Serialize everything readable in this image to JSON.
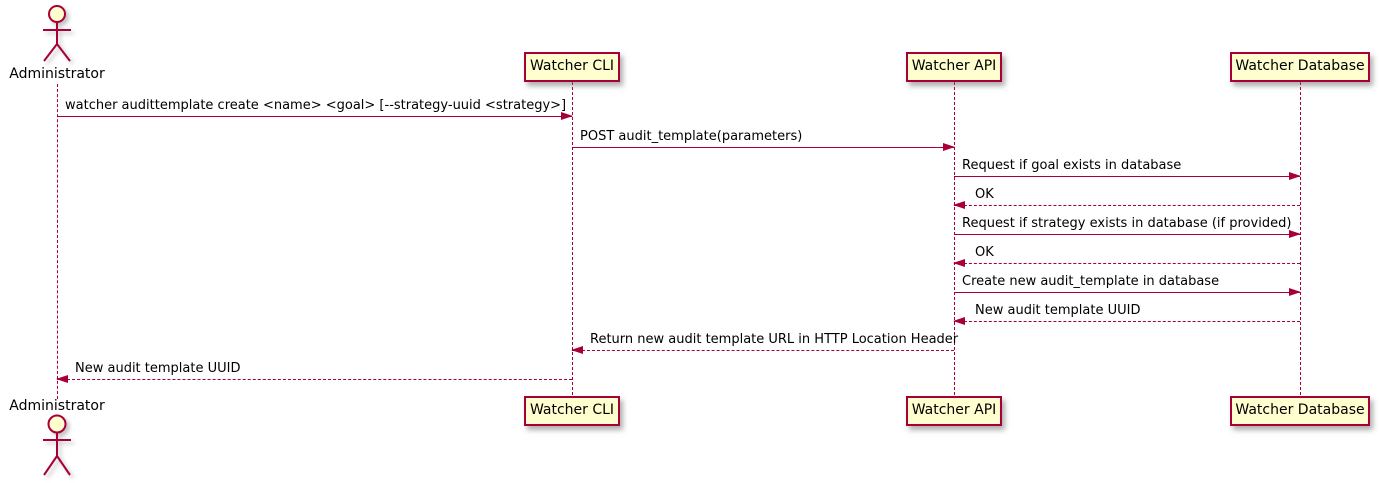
{
  "diagram": {
    "type": "sequence",
    "colors": {
      "stroke": "#A80036",
      "participant_fill": "#FEFECE",
      "text": "#000000",
      "background": "#FFFFFF"
    },
    "participants": [
      {
        "name": "Administrator",
        "kind": "actor"
      },
      {
        "name": "Watcher CLI",
        "kind": "participant"
      },
      {
        "name": "Watcher API",
        "kind": "participant"
      },
      {
        "name": "Watcher Database",
        "kind": "participant"
      }
    ],
    "messages": [
      {
        "from": "Administrator",
        "to": "Watcher CLI",
        "style": "solid",
        "text": "watcher audittemplate create <name> <goal> [--strategy-uuid <strategy>]"
      },
      {
        "from": "Watcher CLI",
        "to": "Watcher API",
        "style": "solid",
        "text": "POST audit_template(parameters)"
      },
      {
        "from": "Watcher API",
        "to": "Watcher Database",
        "style": "solid",
        "text": "Request if goal exists in database"
      },
      {
        "from": "Watcher Database",
        "to": "Watcher API",
        "style": "dashed",
        "text": "OK"
      },
      {
        "from": "Watcher API",
        "to": "Watcher Database",
        "style": "solid",
        "text": "Request if strategy exists in database (if provided)"
      },
      {
        "from": "Watcher Database",
        "to": "Watcher API",
        "style": "dashed",
        "text": "OK"
      },
      {
        "from": "Watcher API",
        "to": "Watcher Database",
        "style": "solid",
        "text": "Create new audit_template in database"
      },
      {
        "from": "Watcher Database",
        "to": "Watcher API",
        "style": "dashed",
        "text": "New audit template UUID"
      },
      {
        "from": "Watcher API",
        "to": "Watcher CLI",
        "style": "dashed",
        "text": "Return new audit template URL in HTTP Location Header"
      },
      {
        "from": "Watcher CLI",
        "to": "Administrator",
        "style": "dashed",
        "text": "New audit template UUID"
      }
    ]
  }
}
